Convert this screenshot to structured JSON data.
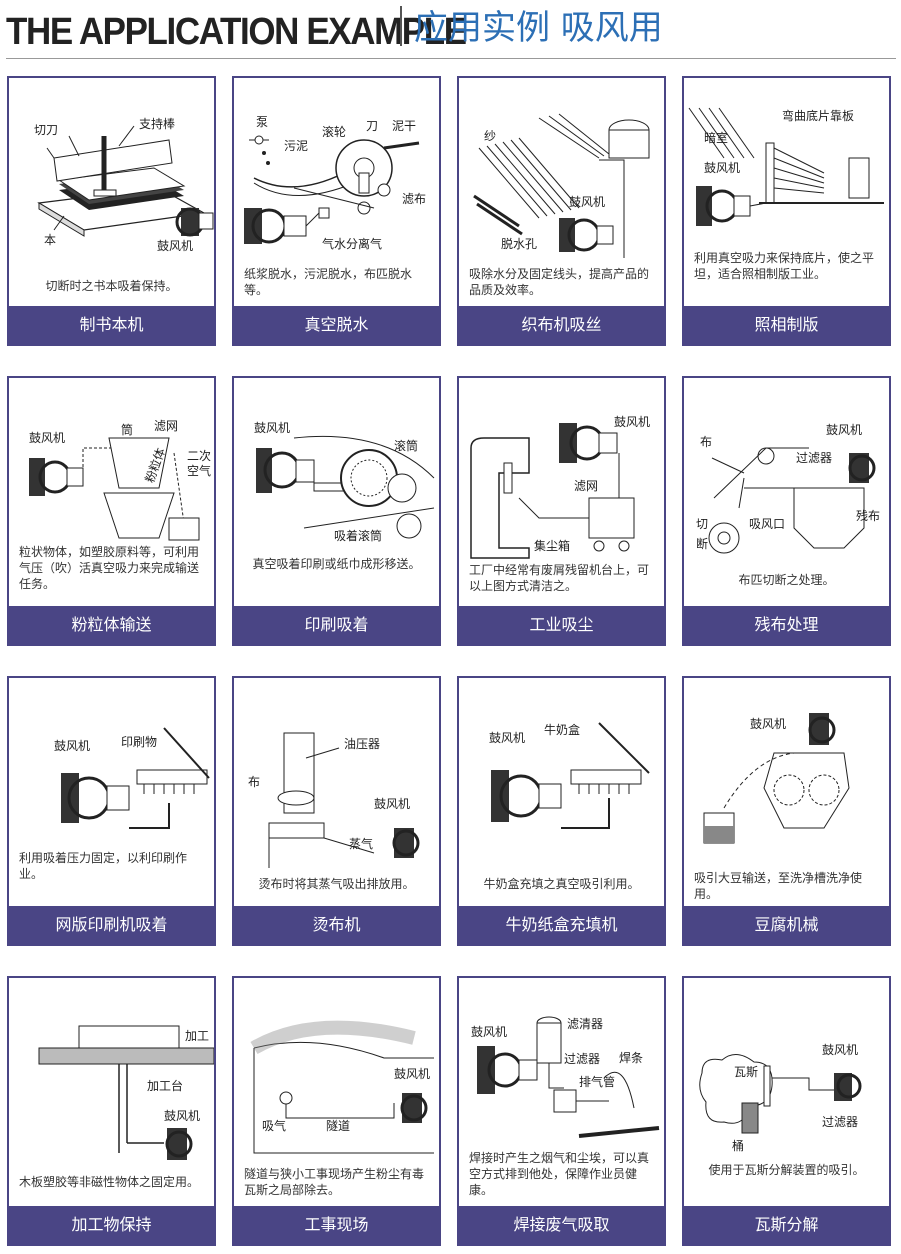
{
  "header": {
    "title_en": "THE APPLICATION EXAMPLE",
    "title_cn": "应用实例 吸风用"
  },
  "cards": [
    {
      "title": "制书本机",
      "desc": "切断时之书本吸着保持。",
      "labels": [
        "切刀",
        "支持棒",
        "本",
        "鼓风机"
      ]
    },
    {
      "title": "真空脱水",
      "desc": "纸浆脱水，污泥脱水，布匹脱水等。",
      "labels": [
        "泵",
        "污泥",
        "滚轮",
        "刀",
        "泥干",
        "滤布",
        "气水分离气"
      ]
    },
    {
      "title": "织布机吸丝",
      "desc": "吸除水分及固定线头，提高产品的品质及效率。",
      "labels": [
        "纱",
        "鼓风机",
        "脱水孔"
      ]
    },
    {
      "title": "照相制版",
      "desc": "利用真空吸力来保持底片，使之平坦，适合照相制版工业。",
      "labels": [
        "弯曲底片靠板",
        "暗室",
        "鼓风机"
      ]
    },
    {
      "title": "粉粒体输送",
      "desc": "粒状物体，如塑胶原料等，可利用气压（吹）活真空吸力来完成输送任务。",
      "labels": [
        "鼓风机",
        "筒",
        "滤网",
        "二次",
        "空气",
        "粉粒体"
      ]
    },
    {
      "title": "印刷吸着",
      "desc": "真空吸着印刷或纸巾成形移送。",
      "labels": [
        "鼓风机",
        "滚筒",
        "吸着滚筒"
      ]
    },
    {
      "title": "工业吸尘",
      "desc": "工厂中经常有废屑残留机台上，可以上图方式清洁之。",
      "labels": [
        "鼓风机",
        "滤网",
        "集尘箱"
      ]
    },
    {
      "title": "残布处理",
      "desc": "布匹切断之处理。",
      "labels": [
        "布",
        "鼓风机",
        "过滤器",
        "切",
        "断",
        "吸风口",
        "残布"
      ]
    },
    {
      "title": "网版印刷机吸着",
      "desc": "利用吸着压力固定，以利印刷作业。",
      "labels": [
        "鼓风机",
        "印刷物"
      ]
    },
    {
      "title": "烫布机",
      "desc": "烫布时将其蒸气吸出排放用。",
      "labels": [
        "油压器",
        "布",
        "鼓风机",
        "蒸气"
      ]
    },
    {
      "title": "牛奶纸盒充填机",
      "desc": "牛奶盒充填之真空吸引利用。",
      "labels": [
        "鼓风机",
        "牛奶盒"
      ]
    },
    {
      "title": "豆腐机械",
      "desc": "吸引大豆输送，至洗净槽洗净使用。",
      "labels": [
        "鼓风机"
      ]
    },
    {
      "title": "加工物保持",
      "desc": "木板塑胶等非磁性物体之固定用。",
      "labels": [
        "加工",
        "加工台",
        "鼓风机"
      ]
    },
    {
      "title": "工事现场",
      "desc": "隧道与狭小工事现场产生粉尘有毒瓦斯之局部除去。",
      "labels": [
        "鼓风机",
        "吸气",
        "隧道"
      ]
    },
    {
      "title": "焊接废气吸取",
      "desc": "焊接时产生之烟气和尘埃，可以真空方式排到他处，保障作业员健康。",
      "labels": [
        "鼓风机",
        "滤清器",
        "过滤器",
        "焊条",
        "排气管"
      ]
    },
    {
      "title": "瓦斯分解",
      "desc": "使用于瓦斯分解装置的吸引。",
      "labels": [
        "鼓风机",
        "瓦斯",
        "过滤器",
        "桶"
      ]
    }
  ]
}
